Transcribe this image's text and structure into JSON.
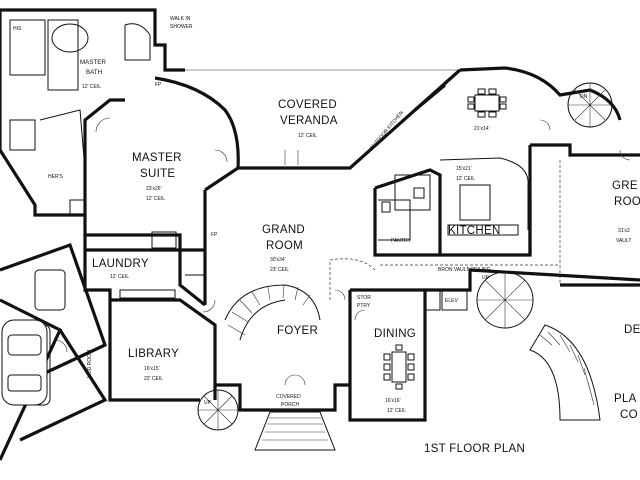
{
  "plan_title": "1ST FLOOR PLAN",
  "rooms": {
    "master_bath": {
      "name_line1": "MASTER",
      "name_line2": "BATH",
      "ceiling": "12' CEIL"
    },
    "walk_in_shower": {
      "line1": "WALK IN",
      "line2": "SHOWER"
    },
    "his": {
      "name": "HIS"
    },
    "hers": {
      "name": "HER'S"
    },
    "covered_veranda": {
      "name_line1": "COVERED",
      "name_line2": "VERANDA",
      "ceiling": "12' CEIL"
    },
    "outdoor_kitchen": {
      "name": "OUTDOOR KITCHEN"
    },
    "master_suite": {
      "name_line1": "MASTER",
      "name_line2": "SUITE",
      "size": "23'x26'",
      "ceiling": "12' CEIL"
    },
    "grand_room": {
      "name_line1": "GRAND",
      "name_line2": "ROOM",
      "size": "30'x34'",
      "ceiling": "23' CEIL"
    },
    "kitchen": {
      "name": "KITCHEN",
      "size": "15'x21'",
      "ceiling": "12' CEIL"
    },
    "breakfast": {
      "size": "21'x14'"
    },
    "pantry": {
      "name": "PANTRY"
    },
    "great_room": {
      "name_line1": "GRE",
      "name_line2": "ROO",
      "size": "31'x2",
      "ceiling": "VAULT"
    },
    "laundry": {
      "name": "LAUNDRY",
      "ceiling": "12' CEIL"
    },
    "foyer": {
      "name": "FOYER"
    },
    "library": {
      "name": "LIBRARY",
      "size": "16'x15'",
      "ceiling": "22' CEIL"
    },
    "dining": {
      "name": "DINING",
      "size": "16'x16'",
      "ceiling": "12' CEIL"
    },
    "covered_porch": {
      "line1": "COVERED",
      "line2": "PORCH"
    },
    "stor_pty": {
      "line1": "STOR",
      "line2": "PTRY"
    },
    "elev": {
      "name": "ELEV"
    },
    "barrel_vault": {
      "text": "BRON VAULT CEILING"
    },
    "deck": {
      "name": "DEC"
    },
    "play_court": {
      "line1": "PLA",
      "line2": "CO"
    },
    "mud_room": {
      "name": "MUD ROOM"
    }
  },
  "marks": {
    "fp": "FP",
    "up": "UP",
    "dn": "DN"
  }
}
